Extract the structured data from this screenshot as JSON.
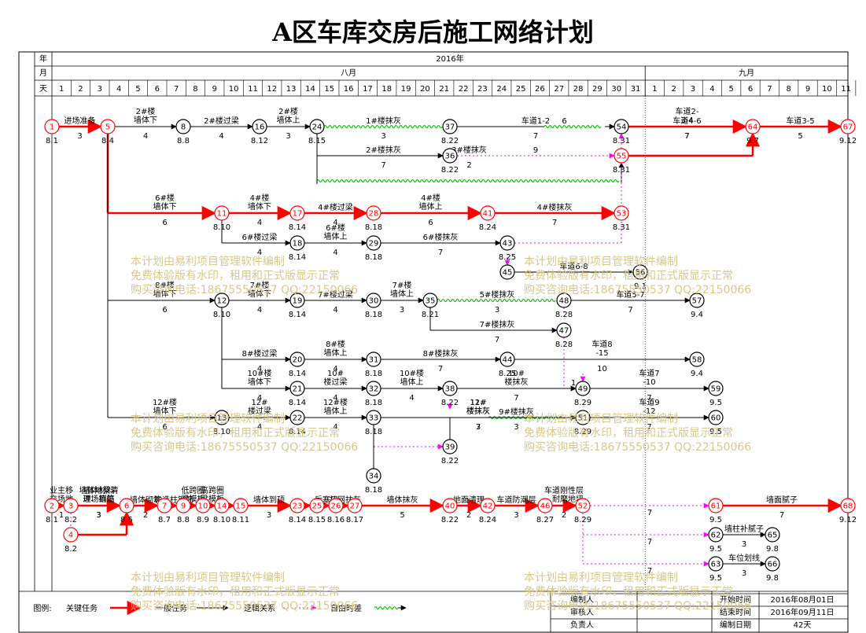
{
  "title": "A区车库交房后施工网络计划",
  "header": {
    "row_labels": [
      "年",
      "月",
      "天"
    ],
    "year": "2016年",
    "months": [
      "八月",
      "九月"
    ],
    "days": [
      "1",
      "2",
      "3",
      "4",
      "5",
      "6",
      "7",
      "8",
      "9",
      "10",
      "11",
      "12",
      "13",
      "14",
      "15",
      "16",
      "17",
      "18",
      "19",
      "20",
      "21",
      "22",
      "23",
      "24",
      "25",
      "26",
      "27",
      "28",
      "29",
      "30",
      "31",
      "1",
      "2",
      "3",
      "4",
      "5",
      "6",
      "7",
      "8",
      "9",
      "10",
      "11"
    ]
  },
  "nodes": [
    {
      "id": "1",
      "date": "8.1",
      "color": "red"
    },
    {
      "id": "5",
      "date": "8.4",
      "color": "red"
    },
    {
      "id": "8",
      "date": "8.8",
      "color": "black"
    },
    {
      "id": "16",
      "date": "8.12",
      "color": "black"
    },
    {
      "id": "24",
      "date": "8.15",
      "color": "black"
    },
    {
      "id": "37",
      "date": "8.22",
      "color": "black"
    },
    {
      "id": "36",
      "date": "8.22",
      "color": "black"
    },
    {
      "id": "54",
      "date": "8.31",
      "color": "black"
    },
    {
      "id": "55",
      "date": "8.31",
      "color": "red"
    },
    {
      "id": "64",
      "date": "9.7",
      "color": "red"
    },
    {
      "id": "67",
      "date": "9.12",
      "color": "red"
    },
    {
      "id": "11",
      "date": "8.10",
      "color": "red"
    },
    {
      "id": "17",
      "date": "8.14",
      "color": "red"
    },
    {
      "id": "28",
      "date": "8.18",
      "color": "red"
    },
    {
      "id": "41",
      "date": "8.24",
      "color": "red"
    },
    {
      "id": "53",
      "date": "8.31",
      "color": "red"
    },
    {
      "id": "18",
      "date": "8.14",
      "color": "black"
    },
    {
      "id": "29",
      "date": "8.18",
      "color": "black"
    },
    {
      "id": "43",
      "date": "8.25",
      "color": "black"
    },
    {
      "id": "45",
      "date": "",
      "color": "black"
    },
    {
      "id": "56",
      "date": "9.1",
      "color": "black"
    },
    {
      "id": "12",
      "date": "8.10",
      "color": "black"
    },
    {
      "id": "19",
      "date": "8.14",
      "color": "black"
    },
    {
      "id": "30",
      "date": "8.18",
      "color": "black"
    },
    {
      "id": "35",
      "date": "8.21",
      "color": "black"
    },
    {
      "id": "48",
      "date": "8.28",
      "color": "black"
    },
    {
      "id": "57",
      "date": "9.4",
      "color": "black"
    },
    {
      "id": "47",
      "date": "8.28",
      "color": "black"
    },
    {
      "id": "20",
      "date": "8.14",
      "color": "black"
    },
    {
      "id": "31",
      "date": "8.18",
      "color": "black"
    },
    {
      "id": "44",
      "date": "8.25",
      "color": "black"
    },
    {
      "id": "58",
      "date": "9.4",
      "color": "black"
    },
    {
      "id": "21",
      "date": "8.14",
      "color": "black"
    },
    {
      "id": "32",
      "date": "8.18",
      "color": "black"
    },
    {
      "id": "38",
      "date": "8.22",
      "color": "black"
    },
    {
      "id": "49",
      "date": "8.29",
      "color": "black"
    },
    {
      "id": "59",
      "date": "9.5",
      "color": "black"
    },
    {
      "id": "13",
      "date": "8.10",
      "color": "black"
    },
    {
      "id": "22",
      "date": "8.14",
      "color": "black"
    },
    {
      "id": "33",
      "date": "8.18",
      "color": "black"
    },
    {
      "id": "51",
      "date": "8.29",
      "color": "black"
    },
    {
      "id": "60",
      "date": "9.5",
      "color": "black"
    },
    {
      "id": "39",
      "date": "8.22",
      "color": "black"
    },
    {
      "id": "34",
      "date": "8.18",
      "color": "black"
    },
    {
      "id": "2",
      "date": "8.1",
      "color": "red"
    },
    {
      "id": "3",
      "date": "8.2",
      "color": "red"
    },
    {
      "id": "4",
      "date": "8.2",
      "color": "red"
    },
    {
      "id": "6",
      "date": "8.5",
      "color": "red"
    },
    {
      "id": "7",
      "date": "8.7",
      "color": "red"
    },
    {
      "id": "9",
      "date": "8.8",
      "color": "red"
    },
    {
      "id": "10",
      "date": "8.9",
      "color": "red"
    },
    {
      "id": "14",
      "date": "8.10",
      "color": "red"
    },
    {
      "id": "15",
      "date": "8.11",
      "color": "red"
    },
    {
      "id": "23",
      "date": "8.14",
      "color": "red"
    },
    {
      "id": "25",
      "date": "8.15",
      "color": "red"
    },
    {
      "id": "26",
      "date": "8.16",
      "color": "red"
    },
    {
      "id": "27",
      "date": "8.17",
      "color": "red"
    },
    {
      "id": "40",
      "date": "8.22",
      "color": "red"
    },
    {
      "id": "42",
      "date": "8.24",
      "color": "red"
    },
    {
      "id": "46",
      "date": "8.27",
      "color": "red"
    },
    {
      "id": "52",
      "date": "8.29",
      "color": "red"
    },
    {
      "id": "61",
      "date": "9.5",
      "color": "red"
    },
    {
      "id": "68",
      "date": "9.12",
      "color": "red"
    },
    {
      "id": "62",
      "date": "9.5",
      "color": "black"
    },
    {
      "id": "65",
      "date": "9.8",
      "color": "black"
    },
    {
      "id": "63",
      "date": "9.5",
      "color": "black"
    },
    {
      "id": "66",
      "date": "9.8",
      "color": "black"
    }
  ],
  "tasks": [
    {
      "name": "进场准备",
      "duration": "3",
      "type": "critical"
    },
    {
      "name": "2#楼墙体下",
      "duration": "4",
      "type": "normal"
    },
    {
      "name": "2#楼过梁",
      "duration": "4",
      "type": "normal"
    },
    {
      "name": "2#楼墙体上",
      "duration": "3",
      "type": "normal"
    },
    {
      "name": "1#楼抹灰",
      "duration": "3",
      "type": "normal"
    },
    {
      "name": "车道1-2",
      "duration": "7",
      "type": "normal"
    },
    {
      "name": "2#楼抹灰",
      "duration": "7",
      "type": "normal"
    },
    {
      "name": "9",
      "duration": "",
      "type": "float"
    },
    {
      "name": "3#楼抹灰",
      "duration": "2",
      "type": "normal"
    },
    {
      "name": "车道2-3-4",
      "duration": "7",
      "type": "critical"
    },
    {
      "name": "车道4-6",
      "duration": "7",
      "type": "critical"
    },
    {
      "name": "车道3-5",
      "duration": "5",
      "type": "critical"
    },
    {
      "name": "6#楼墙体下",
      "duration": "6",
      "type": "critical"
    },
    {
      "name": "4#楼墙体下",
      "duration": "4",
      "type": "critical"
    },
    {
      "name": "4#楼过梁",
      "duration": "4",
      "type": "critical"
    },
    {
      "name": "4#楼墙体上",
      "duration": "6",
      "type": "critical"
    },
    {
      "name": "4#楼抹灰",
      "duration": "7",
      "type": "critical"
    },
    {
      "name": "6#楼过梁",
      "duration": "4",
      "type": "normal"
    },
    {
      "name": "6#楼墙体上",
      "duration": "4",
      "type": "normal"
    },
    {
      "name": "6#楼抹灰",
      "duration": "7",
      "type": "normal"
    },
    {
      "name": "6",
      "duration": "",
      "type": "float"
    },
    {
      "name": "车道6-8",
      "duration": "",
      "type": "normal"
    },
    {
      "name": "8#楼墙体下",
      "duration": "6",
      "type": "normal"
    },
    {
      "name": "7#楼墙体下",
      "duration": "4",
      "type": "normal"
    },
    {
      "name": "7#楼过梁",
      "duration": "4",
      "type": "normal"
    },
    {
      "name": "7#楼墙体上",
      "duration": "3",
      "type": "normal"
    },
    {
      "name": "5#楼抹灰",
      "duration": "3",
      "type": "normal"
    },
    {
      "name": "车道5-7",
      "duration": "7",
      "type": "normal"
    },
    {
      "name": "7#楼抹灰",
      "duration": "7",
      "type": "normal"
    },
    {
      "name": "1",
      "duration": "",
      "type": "float"
    },
    {
      "name": "8#楼过梁",
      "duration": "4",
      "type": "normal"
    },
    {
      "name": "8#楼墙体上",
      "duration": "4",
      "type": "normal"
    },
    {
      "name": "8#楼抹灰",
      "duration": "7",
      "type": "normal"
    },
    {
      "name": "车道8-15",
      "duration": "10",
      "type": "normal"
    },
    {
      "name": "10#楼墙体下",
      "duration": "4",
      "type": "normal"
    },
    {
      "name": "10#楼过梁",
      "duration": "4",
      "type": "normal"
    },
    {
      "name": "10#楼墙体上",
      "duration": "4",
      "type": "normal"
    },
    {
      "name": "10#楼抹灰",
      "duration": "7",
      "type": "normal"
    },
    {
      "name": "车道7-10",
      "duration": "7",
      "type": "normal"
    },
    {
      "name": "12#楼墙体下",
      "duration": "6",
      "type": "normal"
    },
    {
      "name": "12#楼过梁",
      "duration": "4",
      "type": "normal"
    },
    {
      "name": "12#楼墙体上",
      "duration": "4",
      "type": "normal"
    },
    {
      "name": "12#楼抹灰",
      "duration": "7",
      "type": "normal"
    },
    {
      "name": "车道9-12",
      "duration": "7",
      "type": "normal"
    },
    {
      "name": "9#楼抹灰",
      "duration": "3",
      "type": "normal"
    },
    {
      "name": "11#楼抹灰",
      "duration": "3",
      "type": "normal"
    },
    {
      "name": "业主移交场地",
      "duration": "1",
      "type": "critical"
    },
    {
      "name": "返场",
      "duration": "",
      "type": "critical"
    },
    {
      "name": "墙体地梁清理、植筋",
      "duration": "3",
      "type": "critical"
    },
    {
      "name": "墙体材料进场到位",
      "duration": "3",
      "type": "critical"
    },
    {
      "name": "墙体砌筑",
      "duration": "2",
      "type": "critical"
    },
    {
      "name": "构造柱钢筋",
      "duration": "",
      "type": "critical"
    },
    {
      "name": "低跨圈梁模板",
      "duration": "",
      "type": "critical"
    },
    {
      "name": "高跨圈梁模板",
      "duration": "",
      "type": "critical"
    },
    {
      "name": "墙体到顶",
      "duration": "3",
      "type": "critical"
    },
    {
      "name": "后塞口",
      "duration": "",
      "type": "critical"
    },
    {
      "name": "挂网抹灰",
      "duration": "",
      "type": "critical"
    },
    {
      "name": "墙体抹灰",
      "duration": "5",
      "type": "critical"
    },
    {
      "name": "地面清理",
      "duration": "2",
      "type": "critical"
    },
    {
      "name": "车道防潮层",
      "duration": "3",
      "type": "critical"
    },
    {
      "name": "车道刚性层、耐磨地坪",
      "duration": "2",
      "type": "critical"
    },
    {
      "name": "墙面腻子",
      "duration": "7",
      "type": "critical"
    },
    {
      "name": "墙柱补腻子",
      "duration": "3",
      "type": "normal"
    },
    {
      "name": "车位划线",
      "duration": "3",
      "type": "normal"
    }
  ],
  "float_labels": [
    "7",
    "7",
    "7"
  ],
  "watermark": {
    "line1": "本计划由易利项目管理软件编制",
    "line2": "免费体验版有水印，租用和正式版显示正常",
    "line3": "购买咨询电话:18675550537 QQ:22150066"
  },
  "legend": {
    "label": "图例:",
    "critical": "关键任务",
    "normal": "一般任务",
    "logic": "逻辑关系",
    "float": "自由时差"
  },
  "footer": {
    "compiler": "编制人",
    "reviewer": "审核人",
    "responsible": "负责人",
    "start_label": "开始时间",
    "start_value": "2016年08月01日",
    "end_label": "结束时间",
    "end_value": "2016年09月11日",
    "date_label": "编制日期",
    "duration_value": "42天"
  },
  "colors": {
    "critical": "#ff0000",
    "normal": "#000000",
    "float": "#00c000",
    "logic": "#ff00ff",
    "watermark": "#d6c88a"
  }
}
